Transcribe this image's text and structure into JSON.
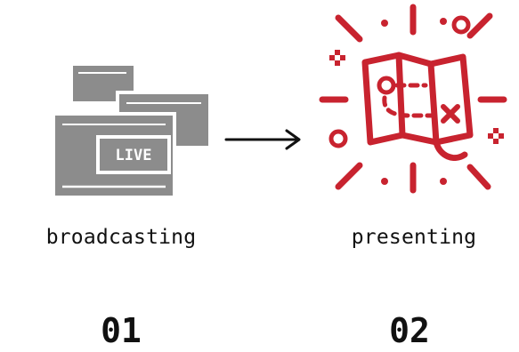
{
  "steps": [
    {
      "number": "01",
      "label": "broadcasting",
      "icon": "live-broadcast-windows-icon",
      "icon_badge": "LIVE",
      "icon_color": "#8c8c8c"
    },
    {
      "number": "02",
      "label": "presenting",
      "icon": "treasure-map-burst-icon",
      "icon_color": "#c8232f"
    }
  ],
  "connector": {
    "icon": "right-arrow-icon",
    "color": "#111111"
  }
}
